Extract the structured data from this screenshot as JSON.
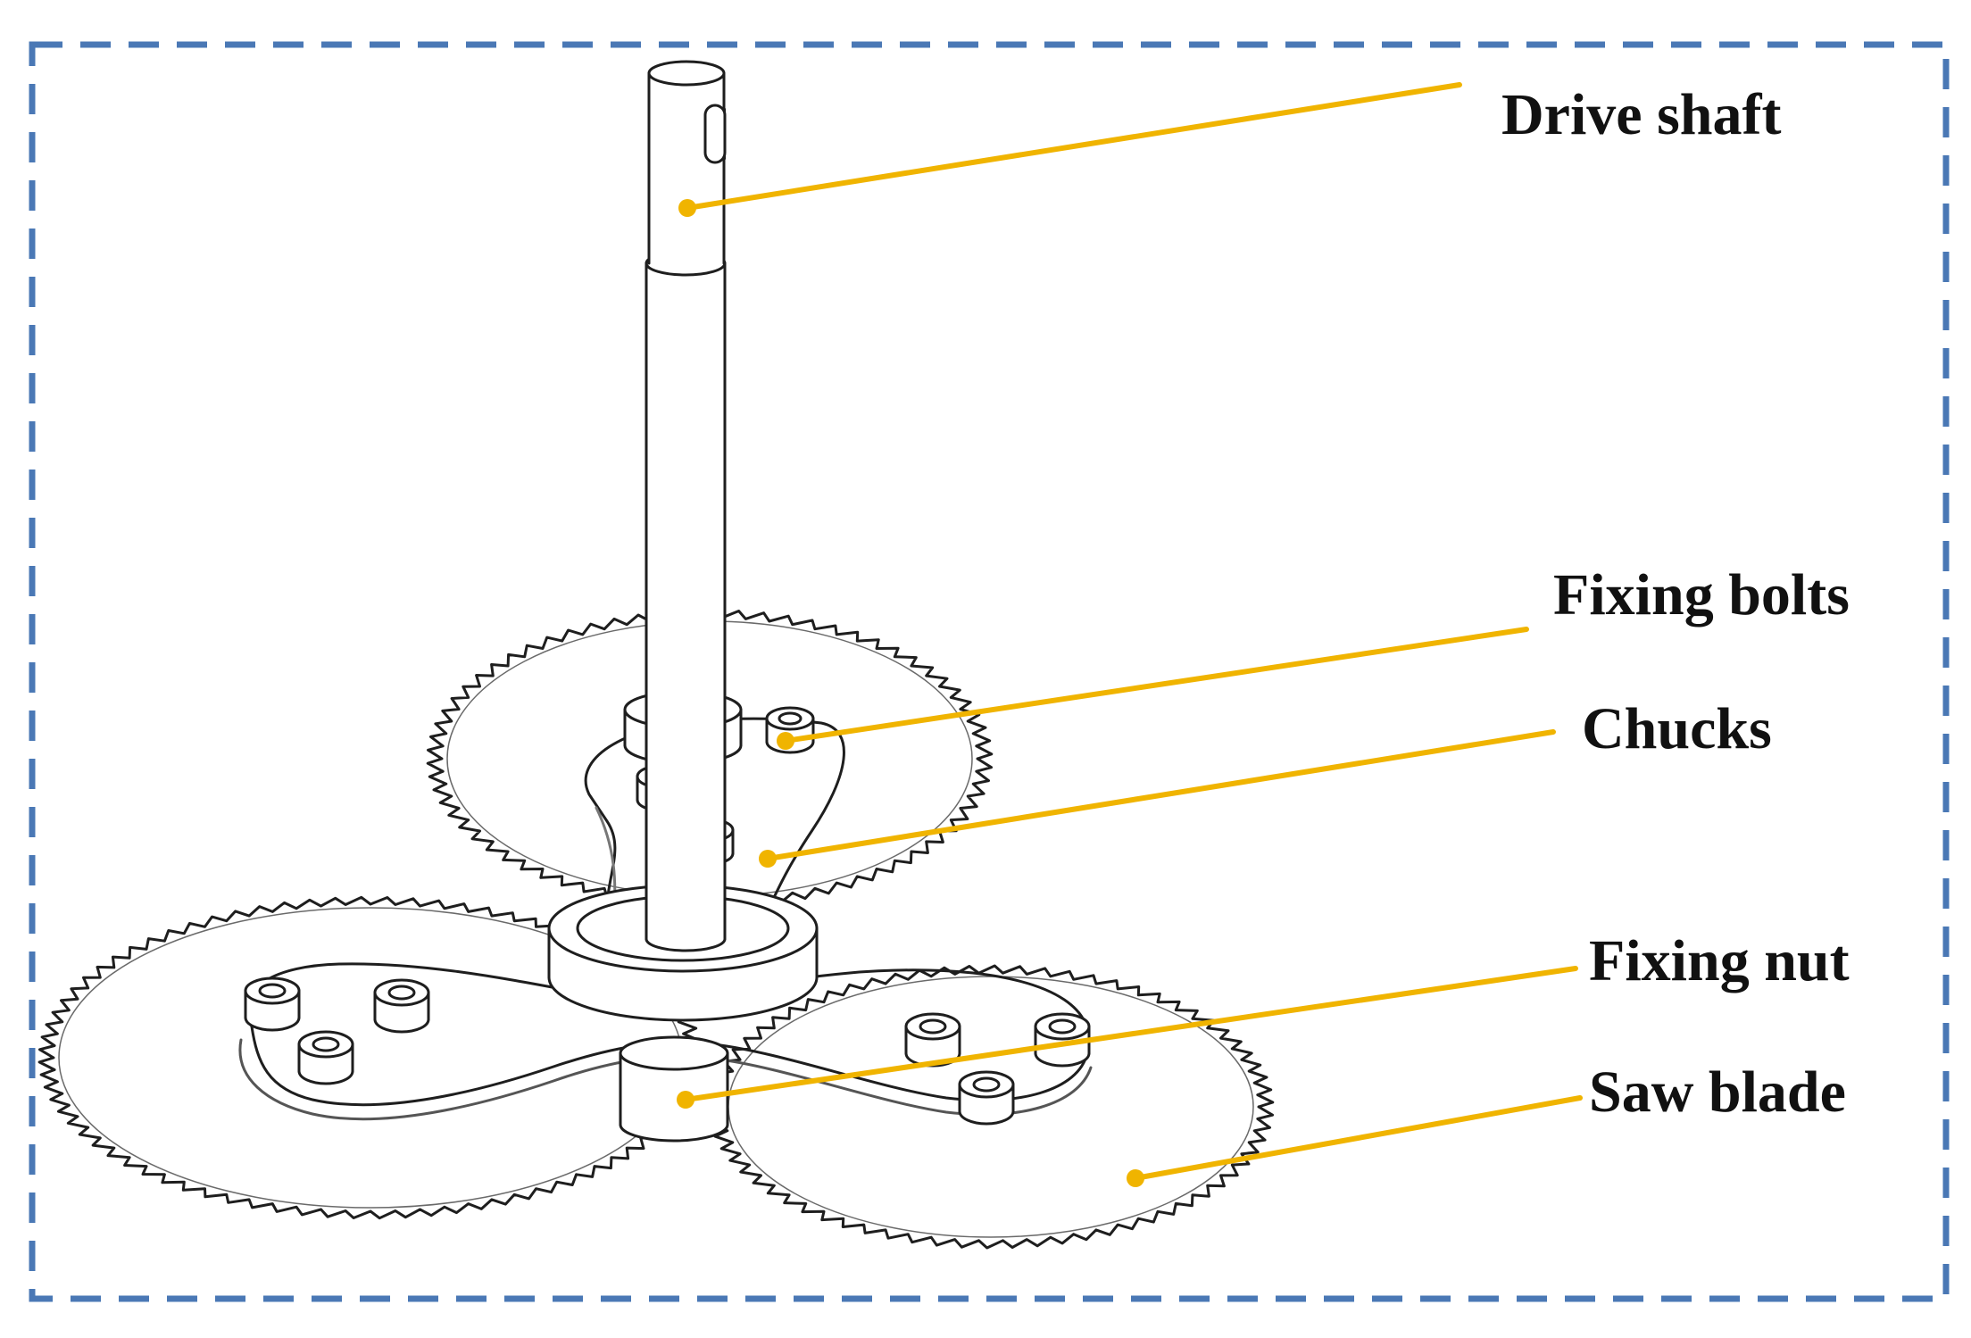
{
  "colors": {
    "frame": "#4a78b5",
    "leader": "#f0b400",
    "line": "#1e1e1e",
    "ghost": "#bdbdbd"
  },
  "labels": {
    "drive_shaft": "Drive shaft",
    "fixing_bolts": "Fixing bolts",
    "chucks": "Chucks",
    "fixing_nut": "Fixing nut",
    "saw_blade": "Saw blade"
  }
}
